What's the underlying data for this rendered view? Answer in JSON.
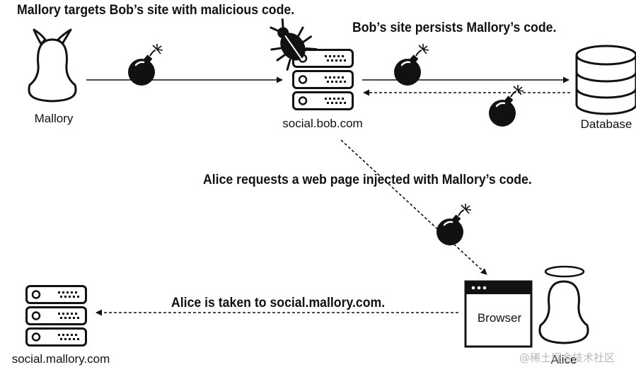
{
  "captions": {
    "mallory_targets": "Mallory targets Bob’s site with malicious code.",
    "bob_persists": "Bob’s site persists Mallory’s code.",
    "alice_requests": "Alice requests a web page injected with Mallory’s code.",
    "alice_taken": "Alice is taken to social.mallory.com."
  },
  "nodes": {
    "mallory": "Mallory",
    "bob_server": "social.bob.com",
    "database": "Database",
    "browser": "Browser",
    "alice": "Alice",
    "mallory_server": "social.mallory.com"
  },
  "icons": {
    "attacker": "devil-horned-person-icon",
    "bomb": "bomb-icon",
    "bug": "bug-icon",
    "server": "server-rack-icon",
    "database": "database-cylinder-icon",
    "browser": "browser-window-icon",
    "victim": "haloed-person-icon"
  },
  "watermark": "@稀土掘金技术社区"
}
